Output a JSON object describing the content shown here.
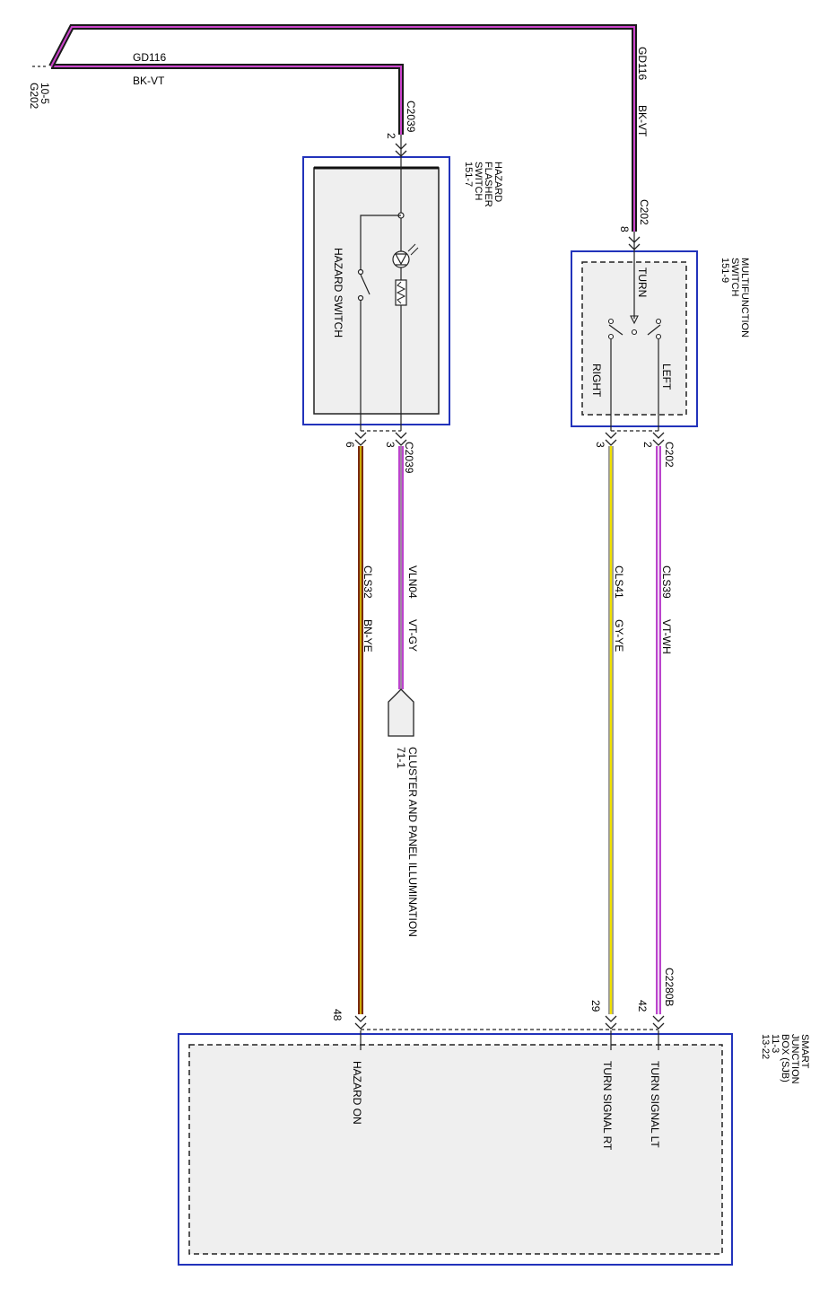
{
  "ground": {
    "ref": "G202",
    "page": "10-5"
  },
  "wires": {
    "gd116_left": {
      "circuit": "GD116",
      "color": "BK-VT"
    },
    "gd116_right": {
      "circuit": "GD116",
      "color": "BK-VT"
    },
    "cls32": {
      "circuit": "CLS32",
      "color": "BN-YE"
    },
    "vln04": {
      "circuit": "VLN04",
      "color": "VT-GY"
    },
    "cls41": {
      "circuit": "CLS41",
      "color": "GY-YE"
    },
    "cls39": {
      "circuit": "CLS39",
      "color": "VT-WH"
    }
  },
  "wire_colors": {
    "bk_vt": [
      "#1a1a1a",
      "#cc44cc"
    ],
    "bn_ye": [
      "#7a2a10",
      "#e8d400"
    ],
    "vt_gy": [
      "#bb44cc",
      "#999999"
    ],
    "gy_ye": [
      "#aaaaaa",
      "#f0e000"
    ],
    "vt_wh": [
      "#bb44cc",
      "#ffffff"
    ],
    "box_border": "#2233bb"
  },
  "hazard_switch": {
    "title_lines": [
      "HAZARD",
      "FLASHER",
      "SWITCH",
      "151-7"
    ],
    "inner_label": "HAZARD SWITCH",
    "connector_top": "C2039",
    "pin_top": "2",
    "connector_bottom": "C2039",
    "pin_bottom_left": "6",
    "pin_bottom_right": "3"
  },
  "multifunction_switch": {
    "title_lines": [
      "MULTIFUNCTION",
      "SWITCH",
      "151-9"
    ],
    "label_turn": "TURN",
    "label_right": "RIGHT",
    "label_left": "LEFT",
    "connector_top": "C202",
    "pin_top": "8",
    "connector_bottom": "C202",
    "pin_bottom_left": "3",
    "pin_bottom_right": "2"
  },
  "cluster": {
    "label": "CLUSTER AND PANEL ILLUMINATION",
    "page": "71-1"
  },
  "sjb": {
    "title_lines": [
      "SMART",
      "JUNCTION",
      "BOX (SJB)",
      "11-3",
      "13-22"
    ],
    "connector": "C2280B",
    "pin_hazard": "48",
    "pin_rt": "29",
    "pin_lt": "42",
    "label_hazard": "HAZARD ON",
    "label_rt": "TURN SIGNAL RT",
    "label_lt": "TURN SIGNAL LT"
  }
}
